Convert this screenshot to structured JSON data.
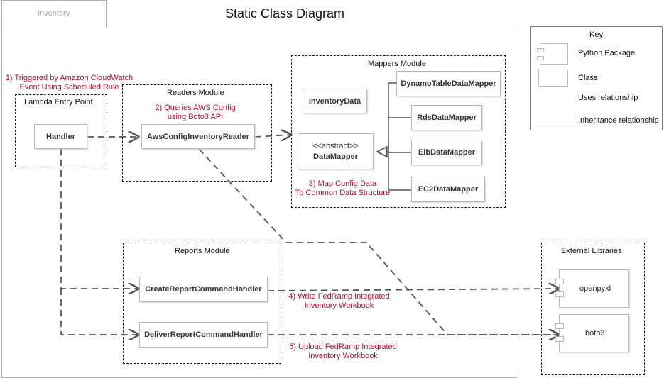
{
  "tab": {
    "label": "Inventory"
  },
  "title": "Static Class Diagram",
  "packages": {
    "lambda": "Lambda Entry Point",
    "readers": "Readers Module",
    "mappers": "Mappers Module",
    "reports": "Reports Module",
    "external": "External Libraries"
  },
  "classes": {
    "handler": "Handler",
    "reader": "AwsConfigInventoryReader",
    "inventory_data": "InventoryData",
    "data_mapper_stereotype": "<<abstract>>",
    "data_mapper": "DataMapper",
    "dynamo": "DynamoTableDataMapper",
    "rds": "RdsDataMapper",
    "elb": "ElbDataMapper",
    "ec2": "EC2DataMapper",
    "create_report": "CreateReportCommandHandler",
    "deliver_report": "DeliverReportCommandHandler",
    "openpyxl": "openpyxl",
    "boto3": "boto3"
  },
  "notes": {
    "step1_line1": "1) Triggered by Amazon CloudWatch",
    "step1_line2": "Event Using Scheduled Rule",
    "step2_line1": "2) Queries AWS Config",
    "step2_line2": "using Boto3 API",
    "step3_line1": "3) Map Config Data",
    "step3_line2": "To Common Data Structure",
    "step4_line1": "4) Write FedRamp Integrated",
    "step4_line2": "Inventory Workbook",
    "step5_line1": "5) Upload FedRamp Integrated",
    "step5_line2": "Inventory Workbook"
  },
  "key": {
    "title": "Key",
    "python_package": "Python Package",
    "class": "Class",
    "uses": "Uses relationship",
    "inheritance": "Inheritance relationship"
  },
  "colors": {
    "note_red": "#b0102a",
    "line": "#555555",
    "class_border": "#b8b8b8"
  }
}
